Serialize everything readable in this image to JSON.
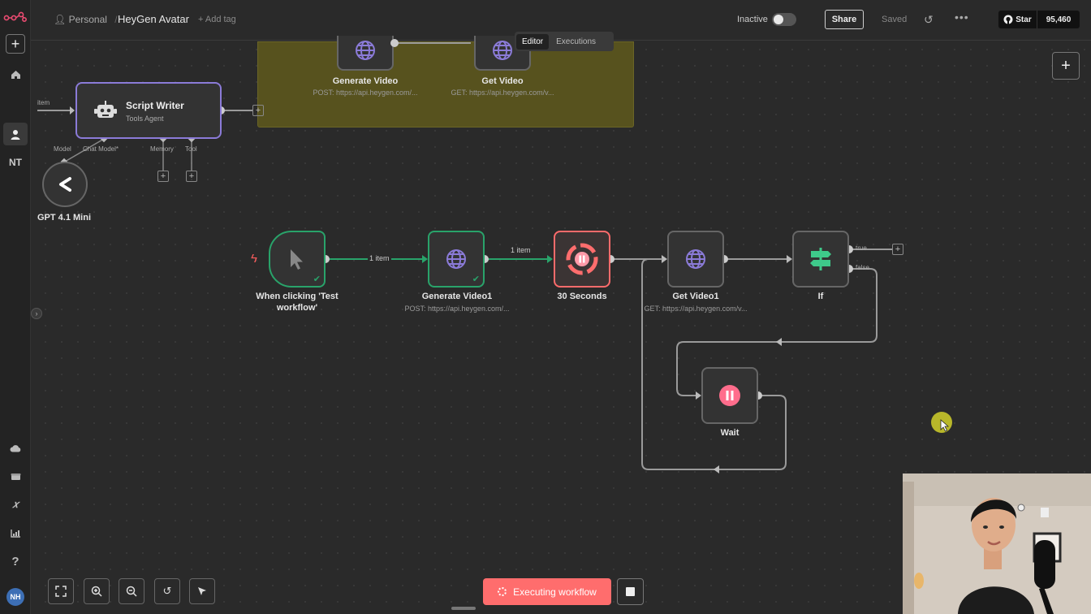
{
  "header": {
    "project": "Personal",
    "workflow_name": "HeyGen Avatar",
    "add_tag": "+ Add tag",
    "status_label": "Inactive",
    "share_label": "Share",
    "saved_label": "Saved",
    "github_star_label": "Star",
    "github_star_count": "95,460"
  },
  "tabs": [
    {
      "label": "Editor",
      "active": true
    },
    {
      "label": "Executions",
      "active": false
    }
  ],
  "sidebar": {
    "workspace_initials": "NT",
    "user_initials": "NH"
  },
  "sticky_nodes": [
    {
      "label": "Generate Video",
      "sub": "POST: https://api.heygen.com/..."
    },
    {
      "label": "Get Video",
      "sub": "GET: https://api.heygen.com/v..."
    }
  ],
  "script_writer": {
    "title": "Script Writer",
    "subtitle": "Tools Agent",
    "input_label": "item",
    "connectors": [
      "Model",
      "Chat Model*",
      "Memory",
      "Tool"
    ]
  },
  "gpt_node": {
    "label": "GPT 4.1 Mini"
  },
  "nodes": {
    "trigger": {
      "label": "When clicking 'Test workflow'"
    },
    "generate_video1": {
      "label": "Generate Video1",
      "sub": "POST: https://api.heygen.com/..."
    },
    "thirty_seconds": {
      "label": "30 Seconds"
    },
    "get_video1": {
      "label": "Get Video1",
      "sub": "GET: https://api.heygen.com/v..."
    },
    "if_node": {
      "label": "If",
      "true_label": "true",
      "false_label": "false"
    },
    "wait": {
      "label": "Wait"
    }
  },
  "edges": {
    "trigger_to_generate": "1 item",
    "generate_to_wait": "1 item"
  },
  "execute": {
    "label": "Executing workflow"
  },
  "colors": {
    "accent": "#ff6d6d",
    "success": "#29a36a",
    "sticky": "#57521e",
    "http_icon": "#8b7bd8"
  }
}
